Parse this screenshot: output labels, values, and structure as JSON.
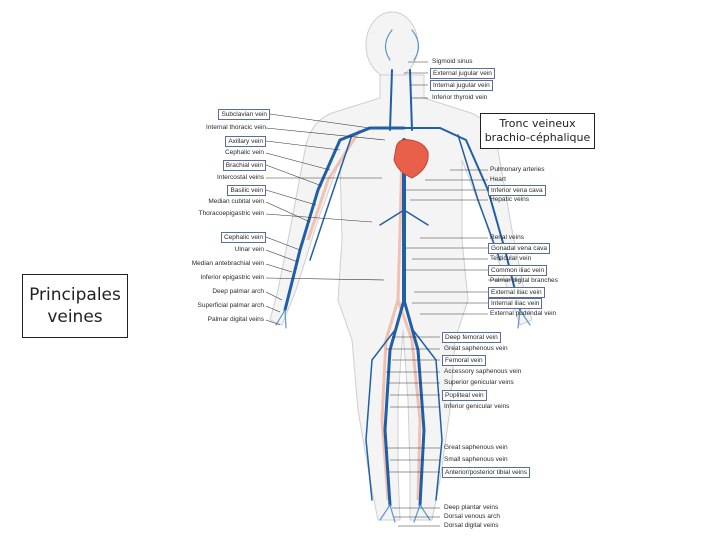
{
  "slide": {
    "title_left_line1": "Principales",
    "title_left_line2": "veines",
    "title_right_line1": "Tronc veineux",
    "title_right_line2": "brachio-céphalique"
  },
  "labels_right": [
    "Sigmoid sinus",
    "External jugular vein",
    "Internal jugular vein",
    "Inferior thyroid vein",
    "Pulmonary arteries",
    "Heart",
    "Inferior vena cava",
    "Hepatic veins",
    "Renal veins",
    "Gonadal vena cava",
    "Testicular vein",
    "Common iliac vein",
    "Palmar digital branches",
    "External iliac vein",
    "Internal iliac vein",
    "External pudendal vein",
    "Deep femoral vein",
    "Great saphenous vein",
    "Femoral vein",
    "Accessory saphenous vein",
    "Superior genicular veins",
    "Popliteal vein",
    "Inferior genicular veins",
    "Great saphenous vein",
    "Small saphenous vein",
    "Anterior/posterior tibial veins",
    "Deep plantar veins",
    "Dorsal venous arch",
    "Dorsal digital veins"
  ],
  "labels_left": [
    "Subclavian vein",
    "Internal thoracic vein",
    "Axillary vein",
    "Cephalic vein",
    "Brachial vein",
    "Intercostal veins",
    "Basilic vein",
    "Median cubital vein",
    "Thoracoepigastric vein",
    "Cephalic vein",
    "Ulnar vein",
    "Median antebrachial vein",
    "Inferior epigastric vein",
    "Deep palmar arch",
    "Superficial palmar arch",
    "Palmar digital veins"
  ],
  "colors": {
    "vein": "#1f5fa8",
    "vein_light": "#5b97cf",
    "heart": "#e8604a",
    "body_outline": "#c9c9c9",
    "artery_hint": "#f0b8a8",
    "label_box": "#5a6e9e"
  }
}
